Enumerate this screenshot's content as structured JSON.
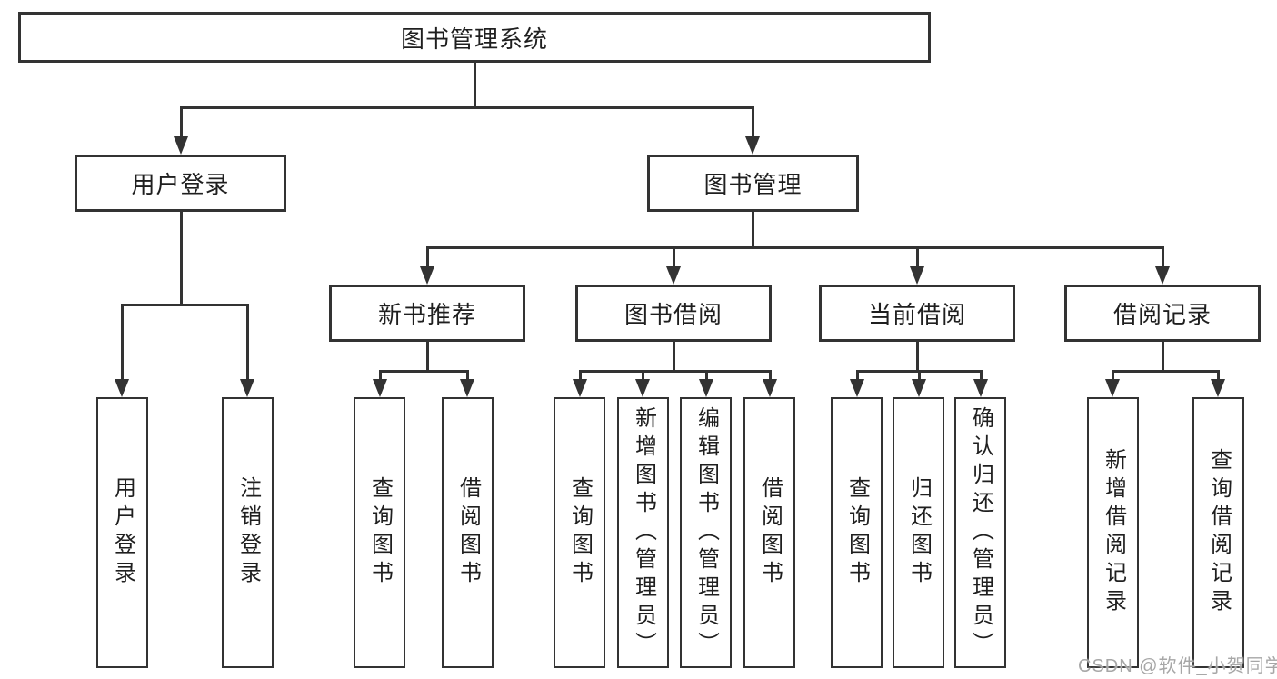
{
  "tree": {
    "root": {
      "label": "图书管理系统"
    },
    "branches": [
      {
        "label": "用户登录",
        "children": [
          {
            "label": "用户登录"
          },
          {
            "label": "注销登录"
          }
        ]
      },
      {
        "label": "图书管理",
        "modules": [
          {
            "label": "新书推荐",
            "children": [
              {
                "label": "查询图书"
              },
              {
                "label": "借阅图书"
              }
            ]
          },
          {
            "label": "图书借阅",
            "children": [
              {
                "label": "查询图书"
              },
              {
                "label": "新增图书（管理员）"
              },
              {
                "label": "编辑图书（管理员）"
              },
              {
                "label": "借阅图书"
              }
            ]
          },
          {
            "label": "当前借阅",
            "children": [
              {
                "label": "查询图书"
              },
              {
                "label": "归还图书"
              },
              {
                "label": "确认归还（管理员）"
              }
            ]
          },
          {
            "label": "借阅记录",
            "children": [
              {
                "label": "新增借阅记录"
              },
              {
                "label": "查询借阅记录"
              }
            ]
          }
        ]
      }
    ]
  },
  "watermark": "CSDN @软件_小贺同学",
  "colors": {
    "line": "#333333",
    "text": "#1f1f1f",
    "watermark": "#a7a7a7",
    "background": "#ffffff"
  }
}
